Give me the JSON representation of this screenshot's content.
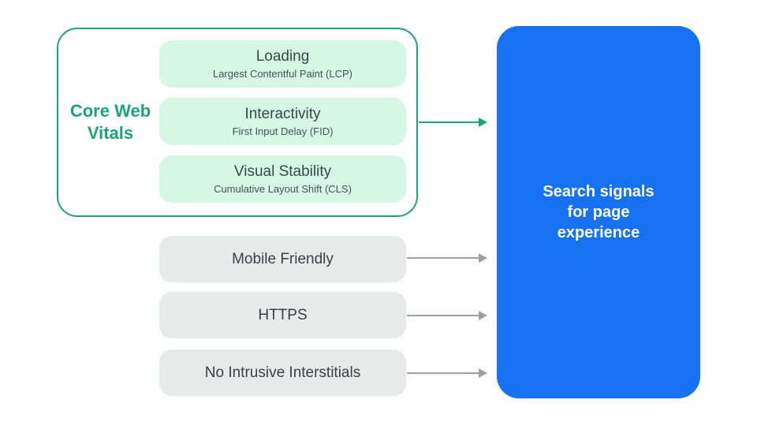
{
  "colors": {
    "green_accent": "#1ba37e",
    "mint_fill": "#d6f6e6",
    "gray_fill": "#e8e9e9",
    "blue_fill": "#1772f2",
    "arrow_gray": "#9aa0a6",
    "dark_text": "#3c4043",
    "white_text": "#ffffff"
  },
  "core_web_vitals": {
    "label": "Core Web Vitals",
    "items": [
      {
        "title": "Loading",
        "subtitle": "Largest Contentful Paint (LCP)"
      },
      {
        "title": "Interactivity",
        "subtitle": "First Input Delay (FID)"
      },
      {
        "title": "Visual Stability",
        "subtitle": "Cumulative Layout Shift (CLS)"
      }
    ]
  },
  "other_signals": [
    "Mobile Friendly",
    "HTTPS",
    "No Intrusive Interstitials"
  ],
  "result_box": {
    "lines": [
      "Search signals",
      "for page",
      "experience"
    ],
    "full_text": "Search signals for page experience"
  }
}
